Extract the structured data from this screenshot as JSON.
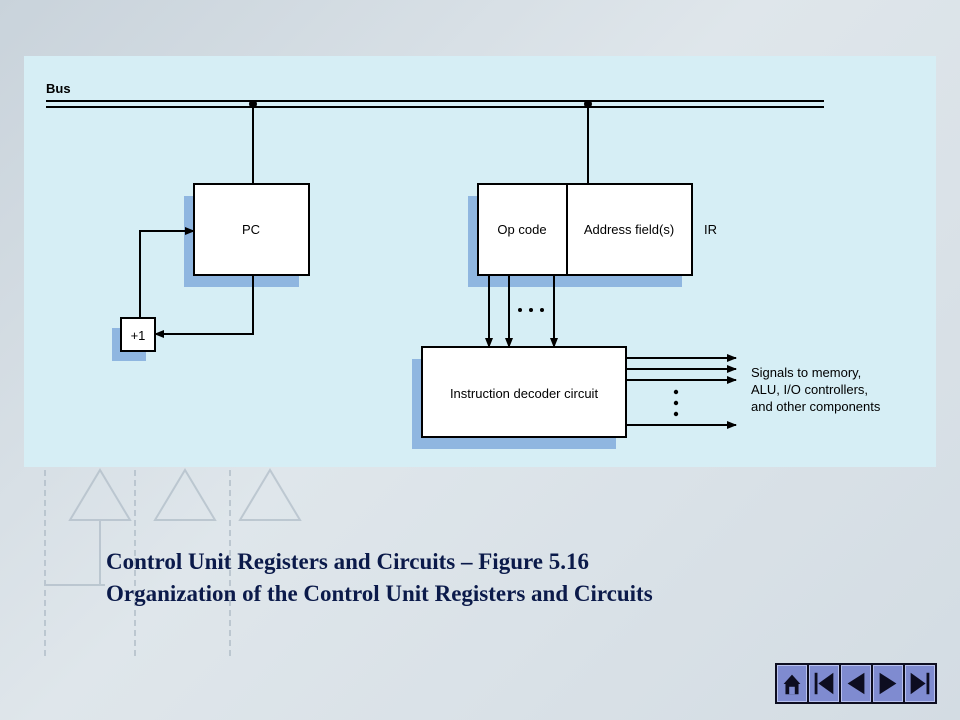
{
  "diagram": {
    "bus_label": "Bus",
    "pc_label": "PC",
    "increment_label": "+1",
    "opcode_label": "Op code",
    "address_label": "Address field(s)",
    "ir_label": "IR",
    "decoder_label": "Instruction decoder circuit",
    "signals_lines": [
      "Signals to memory,",
      "ALU, I/O controllers,",
      "and other components"
    ]
  },
  "caption": {
    "line1": "Control Unit Registers and Circuits – Figure 5.16",
    "line2": "Organization of the Control Unit Registers and Circuits"
  },
  "nav": {
    "buttons": [
      "home-icon",
      "first-icon",
      "previous-icon",
      "next-icon",
      "last-icon"
    ]
  },
  "colors": {
    "panel": "#d6eef5",
    "shadow": "#8fb6e0",
    "caption": "#0b1a4a",
    "nav_button": "#7f8bd0"
  }
}
